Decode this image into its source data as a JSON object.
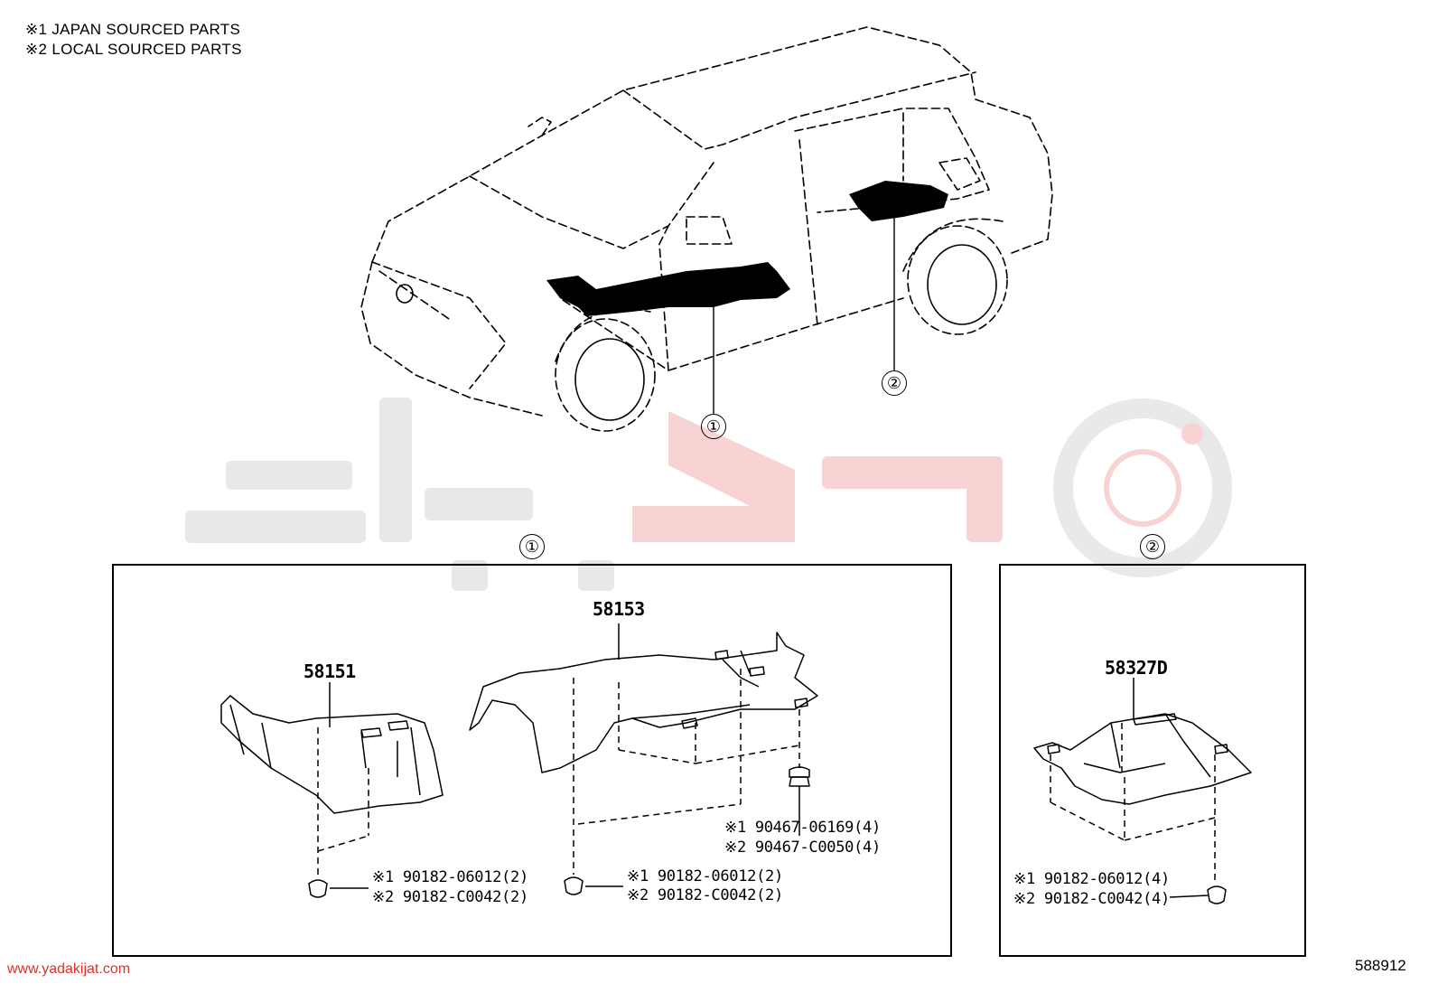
{
  "notes": [
    "※1 JAPAN SOURCED PARTS",
    "※2 LOCAL SOURCED PARTS"
  ],
  "overview": {
    "callout_1": "①",
    "callout_2": "②"
  },
  "panel_1": {
    "callout": "①",
    "parts": {
      "p58151": "58151",
      "p58153": "58153"
    },
    "fasteners": {
      "clip_left": [
        "※1 90182-06012(2)",
        "※2 90182-C0042(2)"
      ],
      "clip_mid": [
        "※1 90182-06012(2)",
        "※2 90182-C0042(2)"
      ],
      "nut_right": [
        "※1 90467-06169(4)",
        "※2 90467-C0050(4)"
      ]
    }
  },
  "panel_2": {
    "callout": "②",
    "parts": {
      "p58327D": "58327D"
    },
    "fasteners": {
      "clip": [
        "※1 90182-06012(4)",
        "※2 90182-C0042(4)"
      ]
    }
  },
  "footer": {
    "website": "www.yadakijat.com",
    "illustration_code": "588912"
  },
  "colors": {
    "line": "#000000",
    "watermark_gray": "#e6e6e6",
    "watermark_red": "#f5c9c9",
    "url_red": "#d9332c"
  }
}
